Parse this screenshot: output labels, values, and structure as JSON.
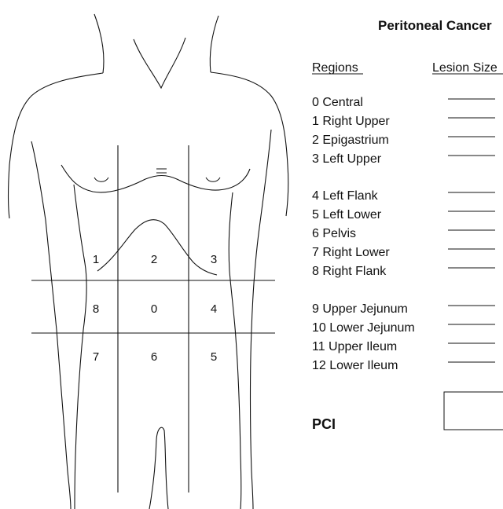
{
  "title": "Peritoneal Cancer",
  "headers": {
    "regions": "Regions",
    "lesion_size": "Lesion Size"
  },
  "regions": [
    {
      "label": "0 Central"
    },
    {
      "label": "1 Right Upper"
    },
    {
      "label": "2 Epigastrium"
    },
    {
      "label": "3 Left Upper"
    },
    {
      "label": "4 Left Flank"
    },
    {
      "label": "5 Left Lower"
    },
    {
      "label": "6 Pelvis"
    },
    {
      "label": "7 Right Lower"
    },
    {
      "label": "8 Right Flank"
    },
    {
      "label": "9 Upper Jejunum"
    },
    {
      "label": "10 Lower Jejunum"
    },
    {
      "label": "11 Upper Ileum"
    },
    {
      "label": "12 Lower Ileum"
    }
  ],
  "pci_label": "PCI",
  "zone_numbers": {
    "z1": "1",
    "z2": "2",
    "z3": "3",
    "z8": "8",
    "z0": "0",
    "z4": "4",
    "z7": "7",
    "z6": "6",
    "z5": "5"
  }
}
